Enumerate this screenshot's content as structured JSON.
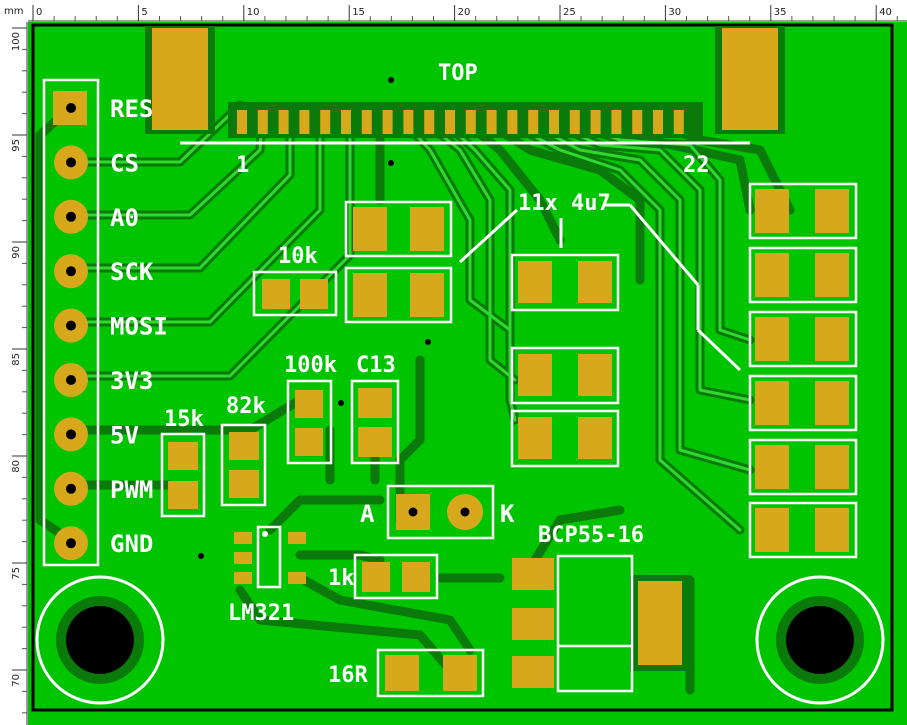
{
  "ruler": {
    "unit": "mm",
    "x_ticks": [
      "0",
      "5",
      "10",
      "15",
      "20",
      "25",
      "30",
      "35",
      "40"
    ],
    "y_ticks": [
      "100",
      "95",
      "90",
      "85",
      "80",
      "75",
      "70"
    ]
  },
  "colors": {
    "board": "#00c400",
    "copper_trace": "#0a7a0a",
    "pad": "#d8a81c",
    "silkscreen": "#ffffff",
    "outline": "#000000"
  },
  "board": {
    "side_label": "TOP",
    "connector_pin_first": "1",
    "connector_pin_last": "22"
  },
  "header_pins": [
    "RES",
    "CS",
    "A0",
    "SCK",
    "MOSI",
    "3V3",
    "5V",
    "PWM",
    "GND"
  ],
  "components": {
    "capacitor_note": "11x 4u7",
    "r_10k": "10k",
    "r_100k": "100k",
    "c13": "C13",
    "r_15k": "15k",
    "r_82k": "82k",
    "diode_anode": "A",
    "diode_cathode": "K",
    "transistor": "BCP55-16",
    "r_1k": "1k",
    "opamp": "LM321",
    "r_16r": "16R"
  }
}
